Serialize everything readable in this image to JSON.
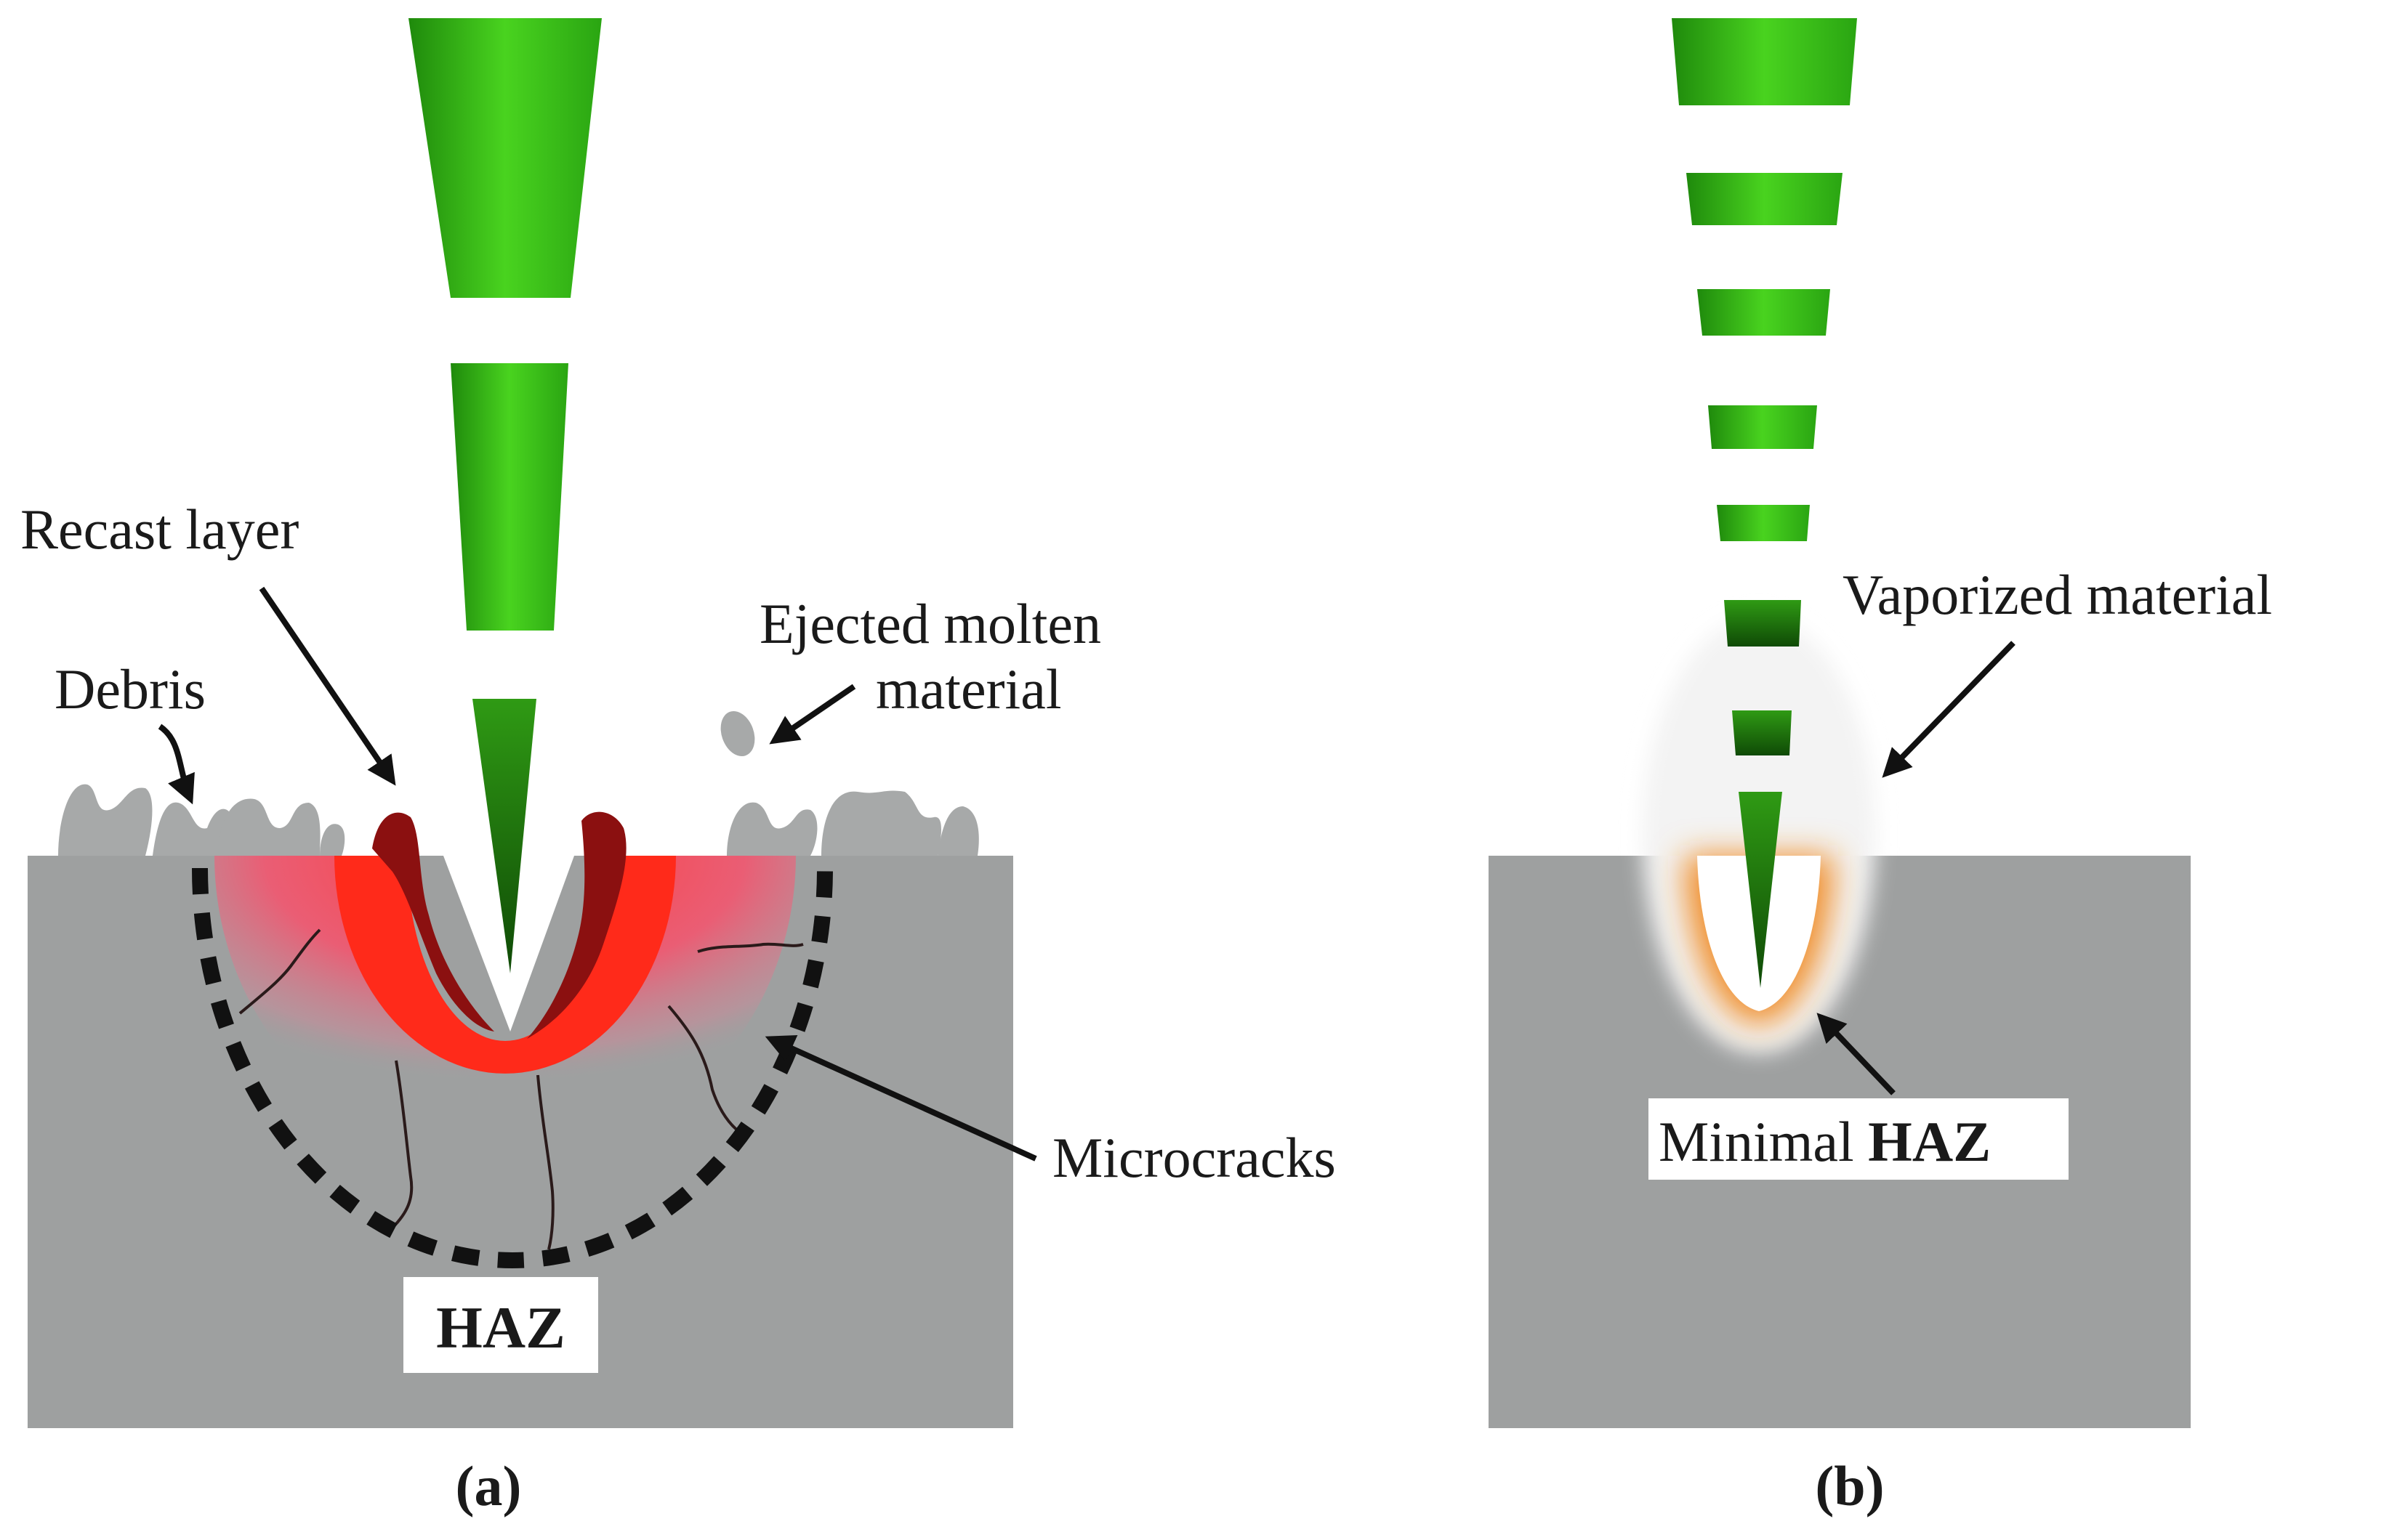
{
  "panel_a": {
    "caption": "(a)",
    "labels": {
      "recast_layer": "Recast layer",
      "debris": "Debris",
      "ejected_line1": "Ejected molten",
      "ejected_line2": "material",
      "microcracks": "Microcracks",
      "haz": "HAZ"
    }
  },
  "panel_b": {
    "caption": "(b)",
    "labels": {
      "vaporized_material": "Vaporized material",
      "minimal_haz_prefix": "Minimal ",
      "minimal_haz_bold": "HAZ"
    }
  },
  "colors": {
    "beam_green": "#3fc21c",
    "substrate_gray": "#9ea0a0",
    "debris_gray": "#a7a9a9",
    "recast_dark_red": "#8b1010",
    "recast_red": "#ff2a1a",
    "haz_pink": "#e8506a",
    "haz_dashed": "#111111",
    "glow_orange": "#f08a20",
    "crack_dark": "#2a1a1a"
  }
}
